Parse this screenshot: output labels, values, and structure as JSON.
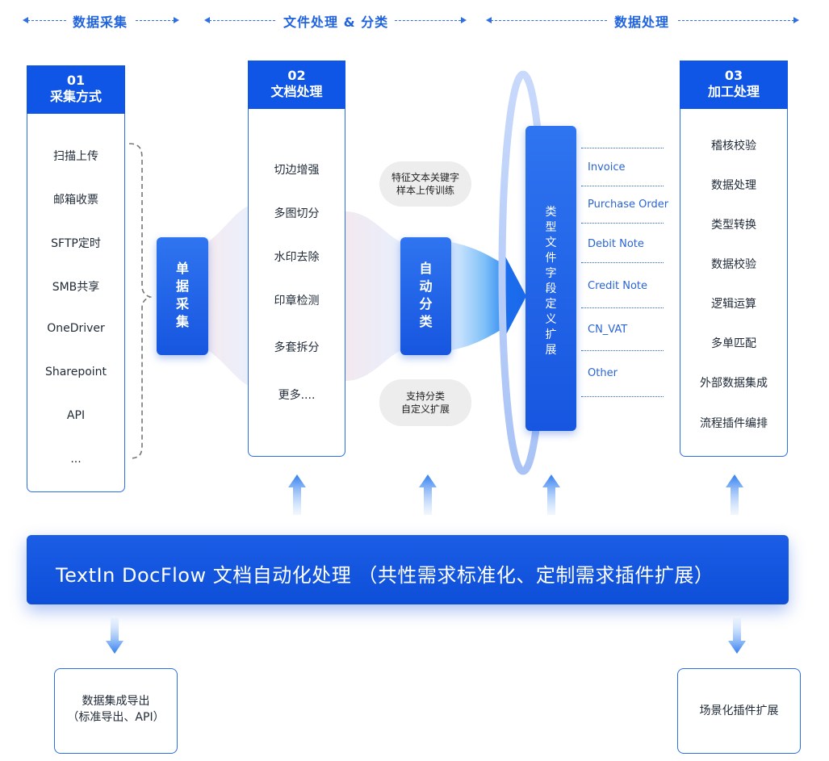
{
  "sections": {
    "collect": "数据采集",
    "file_proc": "文件处理 & 分类",
    "data_proc": "数据处理"
  },
  "col1": {
    "num": "01",
    "title": "采集方式",
    "items": [
      "扫描上传",
      "邮箱收票",
      "SFTP定时",
      "SMB共享",
      "OneDriver",
      "Sharepoint",
      "API",
      "..."
    ]
  },
  "pill1": [
    "单",
    "据",
    "采",
    "集"
  ],
  "col2": {
    "num": "02",
    "title": "文档处理",
    "items": [
      "切边增强",
      "多图切分",
      "水印去除",
      "印章检测",
      "多套拆分",
      "更多...."
    ]
  },
  "bubble_top": [
    "特征文本关键字",
    "样本上传训练"
  ],
  "bubble_bottom": [
    "支持分类",
    "自定义扩展"
  ],
  "pill2": [
    "自",
    "动",
    "分",
    "类"
  ],
  "pill3": [
    "类",
    "型",
    "文",
    "件",
    "字",
    "段",
    "定",
    "义",
    "扩",
    "展"
  ],
  "doc_types": [
    "Invoice",
    "Purchase Order",
    "Debit Note",
    "Credit Note",
    "CN_VAT",
    "Other"
  ],
  "col3": {
    "num": "03",
    "title": "加工处理",
    "items": [
      "稽核校验",
      "数据处理",
      "类型转换",
      "数据校验",
      "逻辑运算",
      "多单匹配",
      "外部数据集成",
      "流程插件编排"
    ]
  },
  "banner": "TextIn DocFlow 文档自动化处理 （共性需求标准化、定制需求插件扩展）",
  "outputs": {
    "left": [
      "数据集成导出",
      "（标准导出、API）"
    ],
    "right": "场景化插件扩展"
  },
  "colors": {
    "primary": "#0f55e6",
    "accent": "#2a6ee8",
    "bubble": "#ededed"
  }
}
